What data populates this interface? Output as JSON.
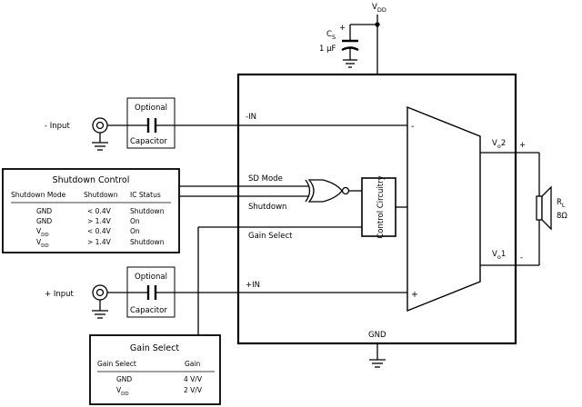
{
  "supply": {
    "label": "V",
    "sub": "DD"
  },
  "cs": {
    "name": "C",
    "sub": "S",
    "value": "1 µF",
    "plus": "+"
  },
  "inputs": {
    "minus": "- Input",
    "plus": "+ Input"
  },
  "optional_cap": {
    "line1": "Optional",
    "line2": "Capacitor"
  },
  "pins": {
    "in_minus": "-IN",
    "sd_mode": "SD Mode",
    "shutdown": "Shutdown",
    "gain_select": "Gain Select",
    "in_plus": "+IN",
    "gnd": "GND",
    "vo2": {
      "main": "V",
      "sub": "o",
      "num": "2"
    },
    "vo1": {
      "main": "V",
      "sub": "o",
      "num": "1"
    }
  },
  "opamp": {
    "minus": "-",
    "plus": "+"
  },
  "control": "Control Circuitry",
  "load": {
    "name": "R",
    "sub": "L",
    "value": "8Ω",
    "plus": "+",
    "minus": "-"
  },
  "shutdown_table": {
    "title": "Shutdown Control",
    "headers": [
      "Shutdown Mode",
      "Shutdown",
      "IC Status"
    ],
    "rows": [
      {
        "mode": "GND",
        "mode_sub": "",
        "level": "< 0.4V",
        "status": "Shutdown"
      },
      {
        "mode": "GND",
        "mode_sub": "",
        "level": "> 1.4V",
        "status": "On"
      },
      {
        "mode": "V",
        "mode_sub": "DD",
        "level": "< 0.4V",
        "status": "On"
      },
      {
        "mode": "V",
        "mode_sub": "DD",
        "level": "> 1.4V",
        "status": "Shutdown"
      }
    ]
  },
  "gain_table": {
    "title": "Gain Select",
    "headers": [
      "Gain Select",
      "Gain"
    ],
    "rows": [
      {
        "sel": "GND",
        "sel_sub": "",
        "gain": "4 V/V"
      },
      {
        "sel": "V",
        "sel_sub": "DD",
        "gain": "2 V/V"
      }
    ]
  }
}
